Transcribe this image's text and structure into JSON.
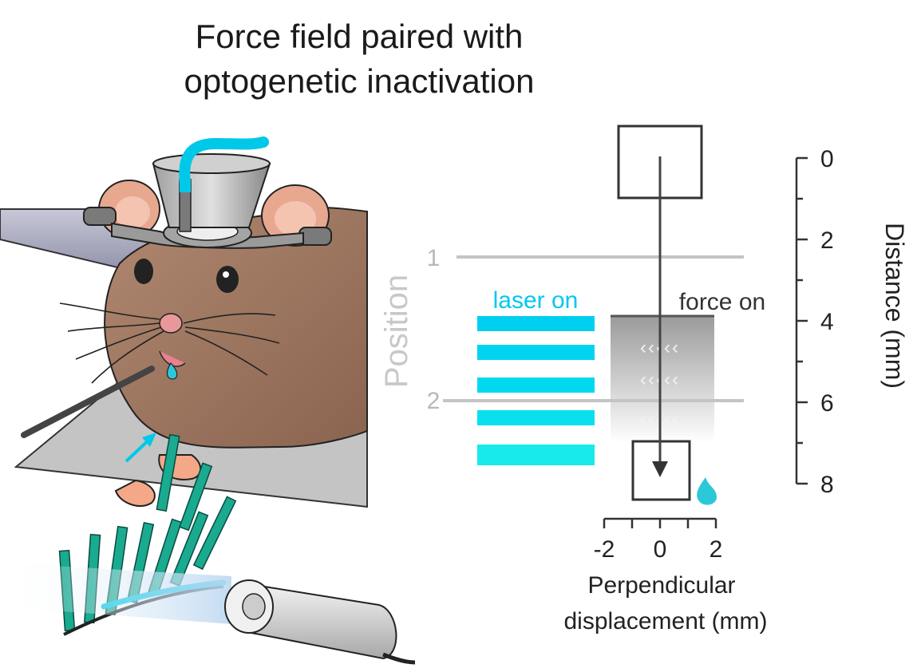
{
  "title": {
    "line1": "Force field paired with",
    "line2": "optogenetic inactivation"
  },
  "position_axis": {
    "label": "Position",
    "markers": [
      "1",
      "2"
    ]
  },
  "laser_label": "laser on",
  "force_label": "force on",
  "distance_axis": {
    "label": "Distance (mm)",
    "ticks": [
      "0",
      "2",
      "4",
      "6",
      "8"
    ]
  },
  "perpendicular_axis": {
    "label_line1": "Perpendicular",
    "label_line2": "displacement (mm)",
    "ticks": [
      "-2",
      "0",
      "2"
    ]
  },
  "force_chevrons": [
    "‹‹‹‹‹",
    "‹‹‹‹‹",
    "‹‹‹‹‹"
  ],
  "colors": {
    "laser": "#00d8f0",
    "drop": "#2cc8d8",
    "whisker": "#1aaa90",
    "fur": "#a07a62",
    "force_gradient_top": "#9a9a9a"
  }
}
